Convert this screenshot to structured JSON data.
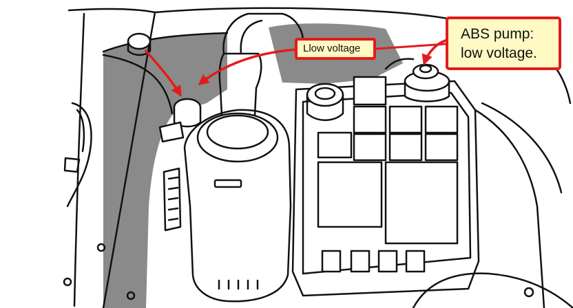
{
  "callouts": {
    "small": {
      "text": "Llow voltage"
    },
    "large": {
      "line1": "ABS pump:",
      "line2": "low voltage."
    }
  },
  "colors": {
    "arrow": "#e31b1b",
    "callout_fill": "#fff9c4",
    "callout_border": "#e31b1b",
    "shading": "#8a8a8a",
    "line": "#111111"
  }
}
